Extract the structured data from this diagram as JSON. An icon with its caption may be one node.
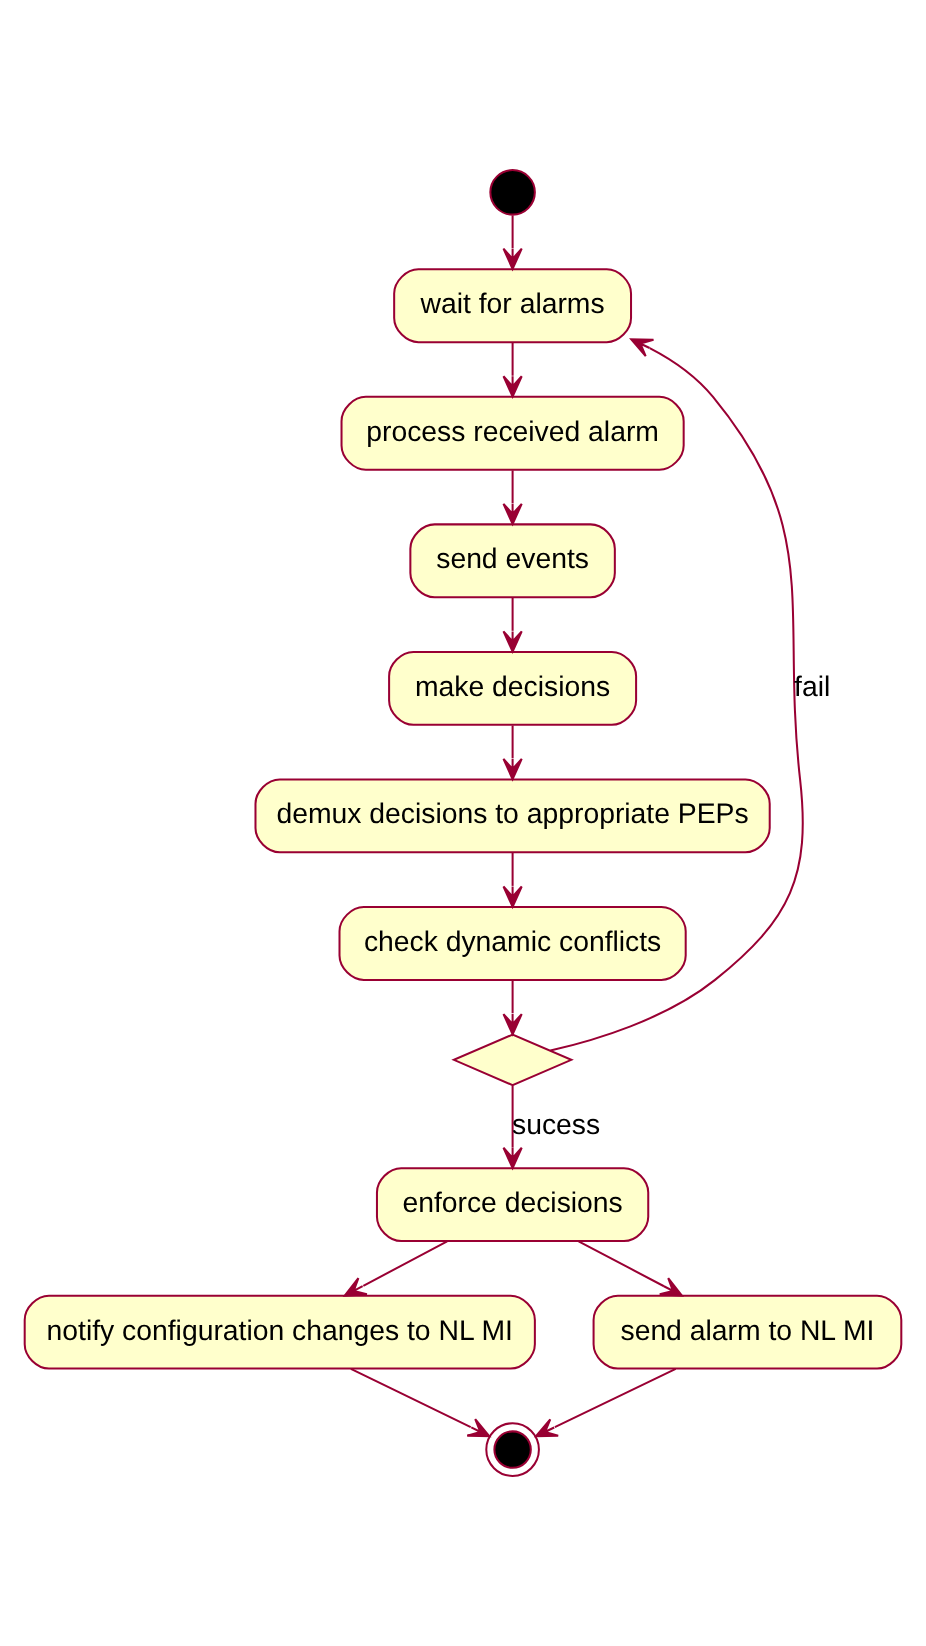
{
  "diagram": {
    "nodes": [
      {
        "text": [],
        "shape": "circle"
      },
      {
        "text": [
          "wait for alarms"
        ]
      },
      {
        "text": [
          "process received alarm"
        ]
      },
      {
        "text": [
          "send events"
        ]
      },
      {
        "text": [
          "make decisions"
        ]
      },
      {
        "text": [
          "demux decisions to appropriate PEPs"
        ]
      },
      {
        "text": [
          "check dynamic conflicts"
        ]
      },
      {
        "text": [],
        "shape": "diamond"
      },
      {
        "text": [
          "enforce decisions"
        ]
      },
      {
        "text": [
          "notify configuration changes to NL MI"
        ]
      },
      {
        "text": [
          "send alarm to NL MI"
        ]
      },
      {
        "text": [],
        "shape": "circle"
      }
    ],
    "edges": [
      {
        "from": 0,
        "to": 1,
        "arrow": "to"
      },
      {
        "from": 1,
        "to": 2,
        "arrow": "to"
      },
      {
        "from": 2,
        "to": 3,
        "arrow": "to"
      },
      {
        "from": 3,
        "to": 4,
        "arrow": "to"
      },
      {
        "from": 4,
        "to": 5,
        "arrow": "to"
      },
      {
        "from": 5,
        "to": 6,
        "arrow": "to"
      },
      {
        "from": 6,
        "to": 7,
        "arrow": "to"
      },
      {
        "from": 7,
        "to": 1,
        "arrow": "to",
        "label": "fail"
      },
      {
        "from": 7,
        "to": 8,
        "arrow": "to",
        "label": "sucess"
      },
      {
        "from": 8,
        "to": 9,
        "arrow": "to"
      },
      {
        "from": 8,
        "to": 10,
        "arrow": "to"
      },
      {
        "from": 9,
        "to": 11,
        "arrow": "to"
      },
      {
        "from": 10,
        "to": 11,
        "arrow": "to"
      }
    ]
  }
}
